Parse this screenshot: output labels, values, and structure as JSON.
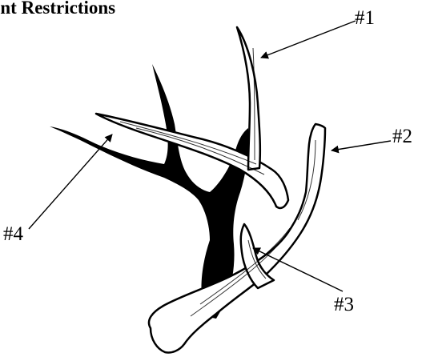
{
  "title": "int Restrictions",
  "callouts": [
    {
      "id": "n1",
      "label": "#1"
    },
    {
      "id": "n2",
      "label": "#2"
    },
    {
      "id": "n3",
      "label": "#3"
    },
    {
      "id": "n4",
      "label": "#4"
    }
  ],
  "colors": {
    "ink": "#000000",
    "background": "#ffffff"
  }
}
